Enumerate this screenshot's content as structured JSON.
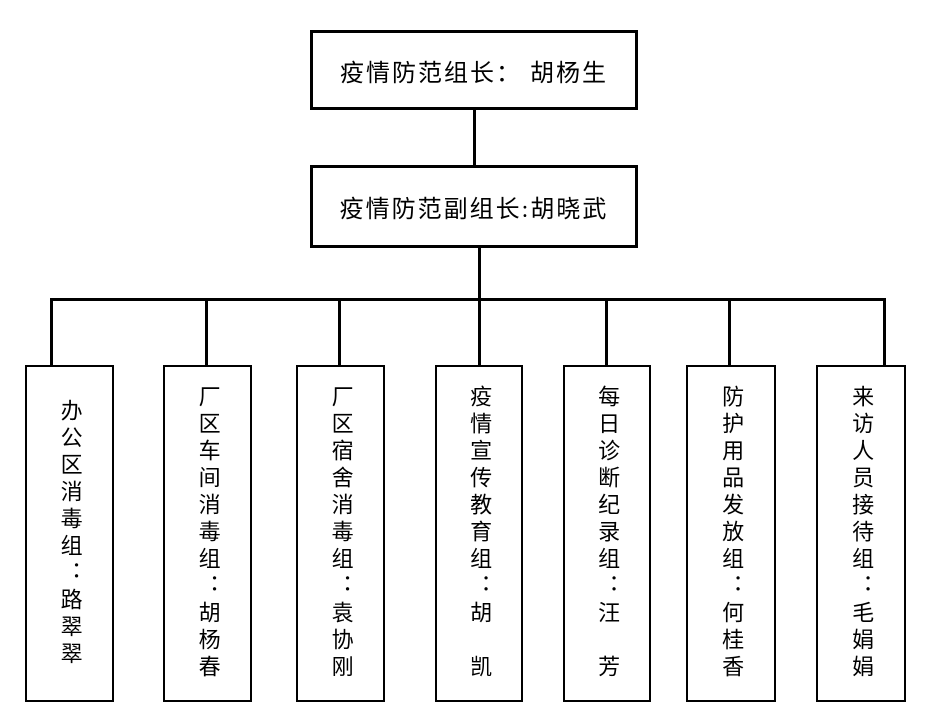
{
  "page": {
    "background_color": "#ffffff",
    "line_color": "#000000",
    "text_color": "#000000"
  },
  "org_chart": {
    "root": {
      "label": "疫情防范组长： 胡杨生"
    },
    "deputy": {
      "label": "疫情防范副组长:胡晓武"
    },
    "groups": [
      {
        "label": "办公区消毒组：路翠翠"
      },
      {
        "label": "厂区车间消毒组：胡杨春"
      },
      {
        "label": "厂区宿舍消毒组：袁协刚"
      },
      {
        "label": "疫情宣传教育组：胡　凯"
      },
      {
        "label": "每日诊断纪录组：汪　芳"
      },
      {
        "label": "防护用品发放组：何桂香"
      },
      {
        "label": "来访人员接待组：毛娟娟"
      }
    ]
  }
}
